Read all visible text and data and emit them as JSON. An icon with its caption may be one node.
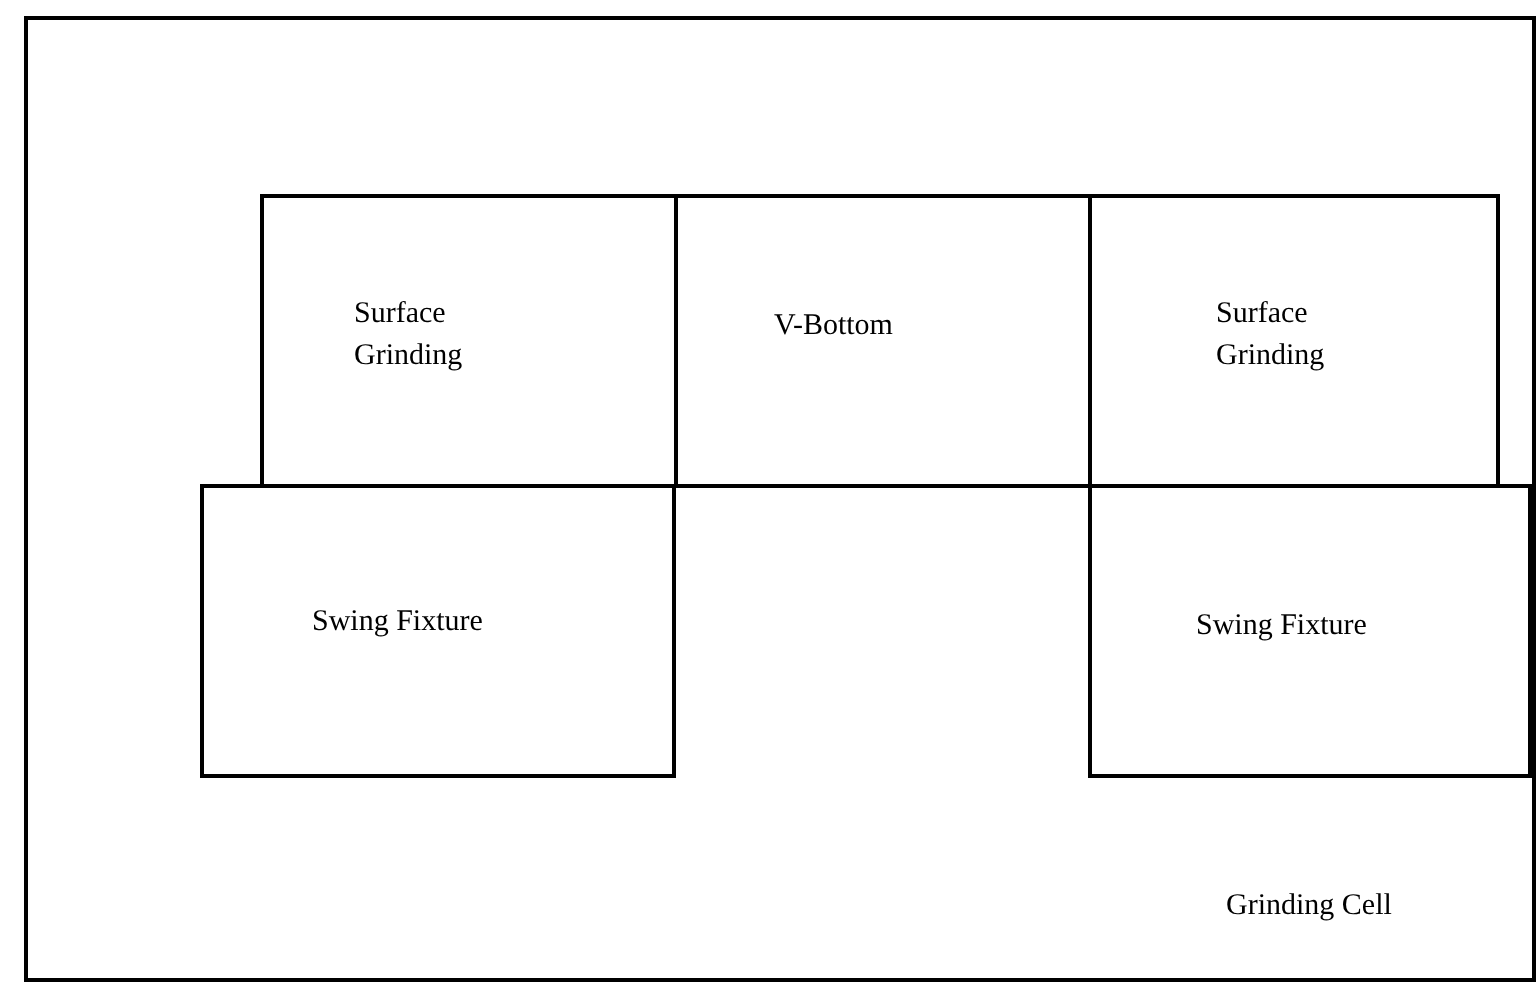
{
  "diagram": {
    "nodes": [
      {
        "text": [
          "Grinding Cell"
        ]
      },
      {
        "text": [
          "Surface Grinding"
        ],
        "in": 0
      },
      {
        "text": [
          "V-Bottom"
        ],
        "in": 0
      },
      {
        "text": [
          "Surface Grinding"
        ],
        "in": 0
      },
      {
        "text": [
          "Swing Fixture"
        ],
        "in": 0
      },
      {
        "text": [
          "Swing Fixture"
        ],
        "in": 0
      }
    ],
    "edges": []
  }
}
